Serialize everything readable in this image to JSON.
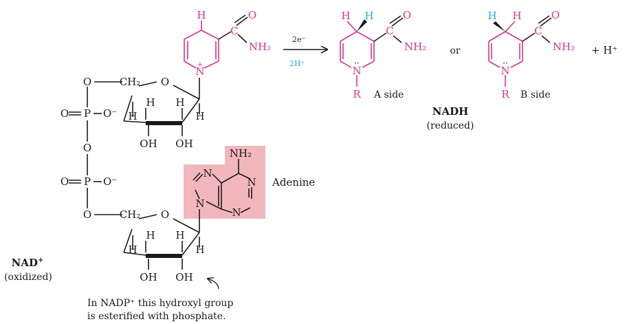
{
  "colors": {
    "nicotinamide": "#d6338a",
    "hydride": "#29a8d8",
    "adenine_box": "#f2b7bd",
    "bond": "#1a1a1a"
  },
  "nad": {
    "name": "NAD",
    "name_sup": "+",
    "state": "(oxidized)",
    "atoms": {
      "H": "H",
      "O": "O",
      "C": "C",
      "N": "N",
      "P": "P",
      "R": "R",
      "O_minus": "O⁻",
      "CH2": "CH₂",
      "OH": "OH",
      "NH2": "NH₂",
      "N_plus": "+",
      "dots": "··"
    },
    "adenine_label": "Adenine",
    "nadp_note_line1": "In NADP⁺ this hydroxyl group",
    "nadp_note_line2": "is esterified with phosphate."
  },
  "reaction": {
    "electrons": "2e⁻",
    "protons": "2H⁺",
    "or": "or",
    "plus_h": "+ H⁺"
  },
  "nadh": {
    "a_side": "A side",
    "b_side": "B side",
    "name": "NADH",
    "state": "(reduced)"
  }
}
